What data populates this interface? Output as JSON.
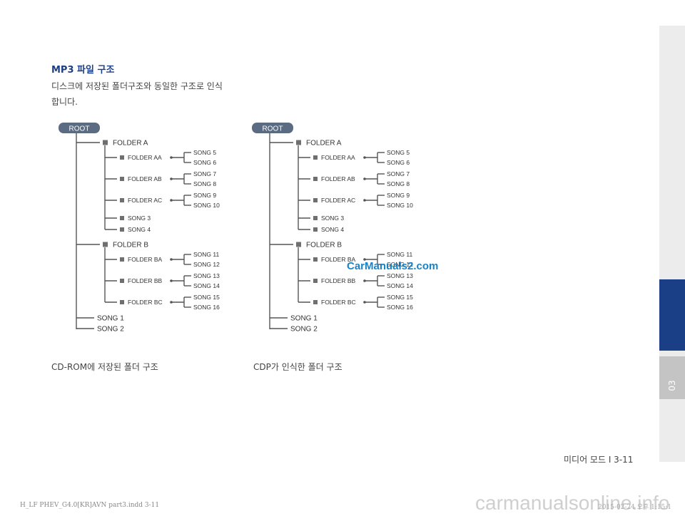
{
  "heading": "MP3 파일 구조",
  "paragraph": {
    "line1": "디스크에 저장된 폴더구조와 동일한 구조로 인식",
    "line2": "합니다."
  },
  "diagram": {
    "root": "ROOT",
    "folder_a": "FOLDER A",
    "folder_b": "FOLDER B",
    "sub_a": [
      {
        "label": "FOLDER AA",
        "songs": [
          "SONG 5",
          "SONG 6"
        ]
      },
      {
        "label": "FOLDER AB",
        "songs": [
          "SONG 7",
          "SONG 8"
        ]
      },
      {
        "label": "FOLDER AC",
        "songs": [
          "SONG 9",
          "SONG 10"
        ]
      }
    ],
    "a_songs": [
      "SONG 3",
      "SONG 4"
    ],
    "sub_b": [
      {
        "label": "FOLDER BA",
        "songs": [
          "SONG 11",
          "SONG 12"
        ]
      },
      {
        "label": "FOLDER BB",
        "songs": [
          "SONG 13",
          "SONG 14"
        ]
      },
      {
        "label": "FOLDER BC",
        "songs": [
          "SONG 15",
          "SONG 16"
        ]
      }
    ],
    "root_songs": [
      "SONG 1",
      "SONG 2"
    ]
  },
  "captions": {
    "left": "CD-ROM에 저장된 폴더 구조",
    "right": "CDP가 인식한 폴더 구조"
  },
  "sidebar": {
    "chapter": "03"
  },
  "footer": {
    "page": "미디어 모드 I 3-11",
    "file": "H_LF PHEV_G4.0[KR]AVN part3.indd   3-11",
    "date": "2015-02-24   오후 1:15:1"
  },
  "watermarks": {
    "middle": "CarManuals2.com",
    "bottom": "carmanualsonline.info"
  },
  "colors": {
    "accent_blue": "#1b3f86",
    "root_box": "#5a6b82",
    "node_square": "#6f6f6f",
    "line": "#555555"
  }
}
